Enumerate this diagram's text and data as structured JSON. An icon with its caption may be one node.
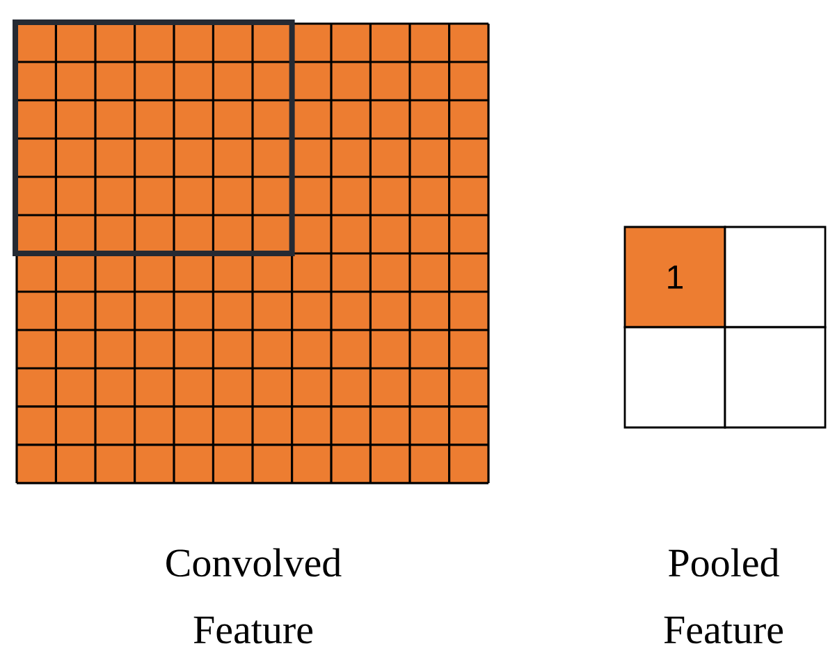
{
  "diagram": {
    "nodes": [
      {
        "text": [
          "1"
        ]
      },
      {
        "text": [],
        "shape": "box"
      },
      {
        "text": [],
        "shape": "box"
      },
      {
        "text": [],
        "shape": "box"
      }
    ],
    "labels": [
      "Convolved Feature",
      "Pooled Feature"
    ]
  }
}
